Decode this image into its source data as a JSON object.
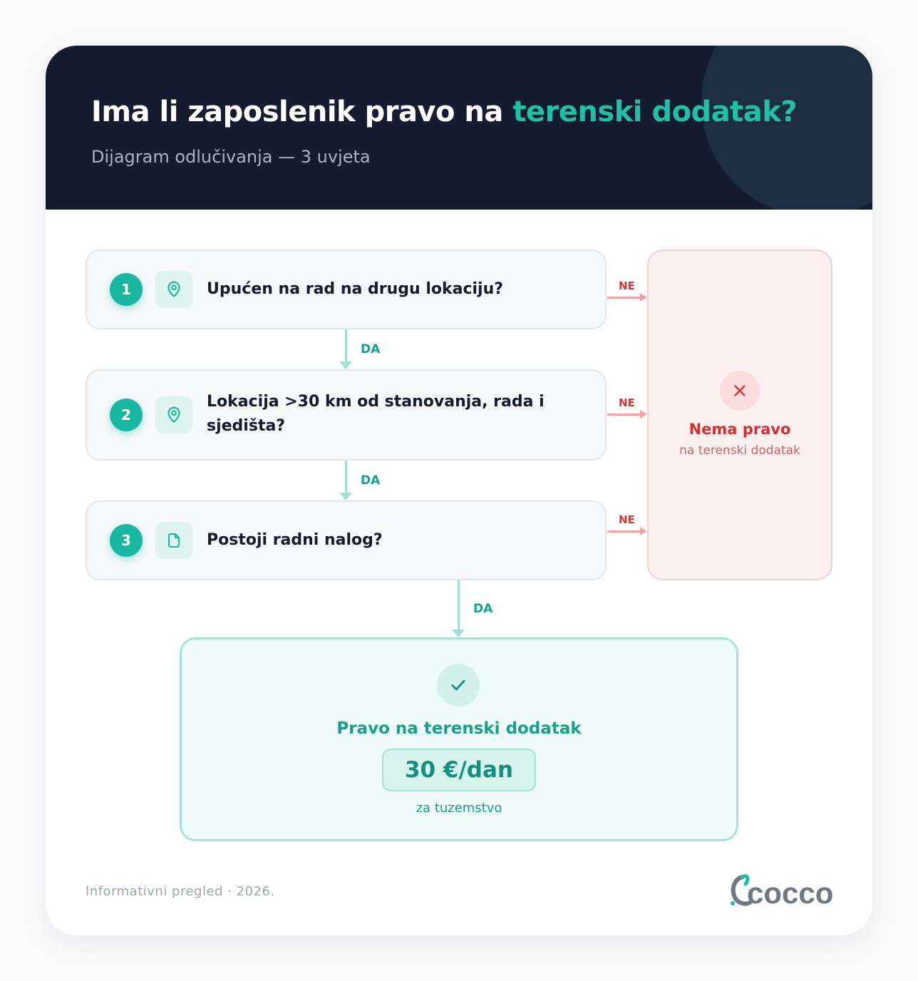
{
  "header": {
    "title_prefix": "Ima li zaposlenik pravo na ",
    "title_accent": "terenski dodatak?",
    "subtitle": "Dijagram odlučivanja — 3 uvjeta"
  },
  "questions": [
    {
      "number": "1",
      "icon": "location-pin-icon",
      "text": "Upućen na rad na drugu lokaciju?"
    },
    {
      "number": "2",
      "icon": "location-pin-icon",
      "text": "Lokacija >30 km od stanovanja, rada i sjedišta?"
    },
    {
      "number": "3",
      "icon": "document-icon",
      "text": "Postoji radni nalog?"
    }
  ],
  "labels": {
    "yes": "DA",
    "no": "NE"
  },
  "outcome_no": {
    "title": "Nema pravo",
    "subtitle": "na terenski dodatak"
  },
  "outcome_yes": {
    "title": "Pravo na terenski dodatak",
    "amount": "30 €/dan",
    "subtitle": "za tuzemstvo"
  },
  "footer": {
    "note": "Informativni pregled · 2026.",
    "logo_text": "cocco"
  },
  "colors": {
    "navy": "#151c2f",
    "teal": "#18b8a0",
    "red": "#d62f2f"
  }
}
